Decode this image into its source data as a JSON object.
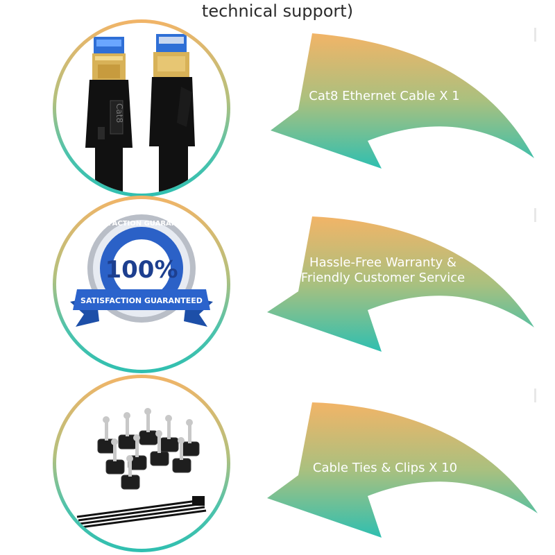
{
  "header": {
    "text": "technical support)"
  },
  "items": [
    {
      "label": "Cat8 Ethernet Cable X 1",
      "icon": "ethernet-cable-icon",
      "connector_text": "Cat8"
    },
    {
      "label_line1": "Hassle-Free Warranty &",
      "label_line2": "Friendly Customer Service",
      "icon": "satisfaction-guaranteed-badge",
      "badge_top": "SATISFACTION GUARANTEED",
      "badge_big": "100%",
      "badge_ribbon": "SATISFACTION GUARANTEED"
    },
    {
      "label": "Cable Ties & Clips X 10",
      "icon": "cable-clips-icon"
    }
  ],
  "colors": {
    "gradient_top": "#f2b467",
    "gradient_bottom": "#2fbfb0",
    "badge_blue": "#1d56b8",
    "text_white": "#ffffff"
  }
}
